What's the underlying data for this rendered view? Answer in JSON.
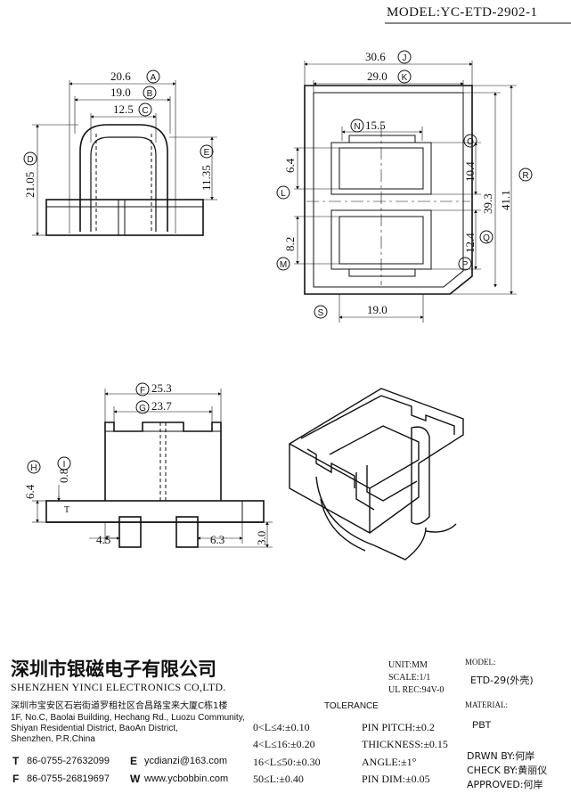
{
  "model_header": "MODEL:YC-ETD-2902-1",
  "views": {
    "top_left": {
      "dims": [
        {
          "letter": "A",
          "value": "20.6"
        },
        {
          "letter": "B",
          "value": "19.0"
        },
        {
          "letter": "C",
          "value": "12.5"
        },
        {
          "letter": "D",
          "value": "21.05"
        },
        {
          "letter": "E",
          "value": "11.35"
        }
      ]
    },
    "top_right": {
      "dims": [
        {
          "letter": "J",
          "value": "30.6"
        },
        {
          "letter": "K",
          "value": "29.0"
        },
        {
          "letter": "N",
          "value": "15.5"
        },
        {
          "letter": "O",
          "value": ""
        },
        {
          "letter": "L",
          "value": "6.4"
        },
        {
          "letter": "",
          "value": "10.4"
        },
        {
          "letter": "Q",
          "value": "39.3"
        },
        {
          "letter": "R",
          "value": "41.1"
        },
        {
          "letter": "M",
          "value": "8.2"
        },
        {
          "letter": "",
          "value": "12.4"
        },
        {
          "letter": "P",
          "value": ""
        },
        {
          "letter": "S",
          "value": ""
        },
        {
          "letter": "",
          "value": "19.0"
        }
      ]
    },
    "bottom_left": {
      "dims": [
        {
          "letter": "F",
          "value": "25.3"
        },
        {
          "letter": "G",
          "value": "23.7"
        },
        {
          "letter": "H",
          "value": "6.4"
        },
        {
          "letter": "I",
          "value": "0.8"
        },
        {
          "letter": "",
          "value": "4.5"
        },
        {
          "letter": "",
          "value": "6.3"
        },
        {
          "letter": "",
          "value": "3.0"
        },
        {
          "letter": "",
          "value": "T"
        }
      ]
    }
  },
  "title_block": {
    "company_cn": "深圳市银磁电子有限公司",
    "company_en": "SHENZHEN YINCI ELECTRONICS CO,LTD.",
    "addr_cn": "深圳市宝安区石岩街道罗租社区合昌路宝来大厦C栋1楼",
    "addr_en": [
      "1F, No.C, Baolai Building, Hechang Rd., Luozu Community,",
      "Shiyan Residential District, BaoAn District,",
      "Shenzhen, P.R.China"
    ],
    "phone_label": "T",
    "phone": "86-0755-27632099",
    "fax_label": "F",
    "fax": "86-0755-26819697",
    "email_label": "E",
    "email": "ycdianzi@163.com",
    "web_label": "W",
    "web": "www.ycbobbin.com",
    "unit": "UNIT:MM",
    "scale": "SCALE:1/1",
    "ul_rec": "UL REC:94V-0",
    "model_label": "MODEL:",
    "model_value": "ETD-29(外壳)",
    "material_label": "MATERIAL:",
    "material_value": "PBT",
    "tolerance_label": "TOLERANCE",
    "tolerances_left": [
      "0<L≤4:±0.10",
      "4<L≤16:±0.20",
      "16<L≤50:±0.30",
      "50≤L:±0.40"
    ],
    "tolerances_right": [
      "PIN PITCH:±0.2",
      "THICKNESS:±0.15",
      "ANGLE:±1°",
      "PIN DIM:±0.05"
    ],
    "drawn_by": "DRWN BY:何岸",
    "check_by": "CHECK BY:黄丽仪",
    "approved": "APPROVED:何岸"
  }
}
